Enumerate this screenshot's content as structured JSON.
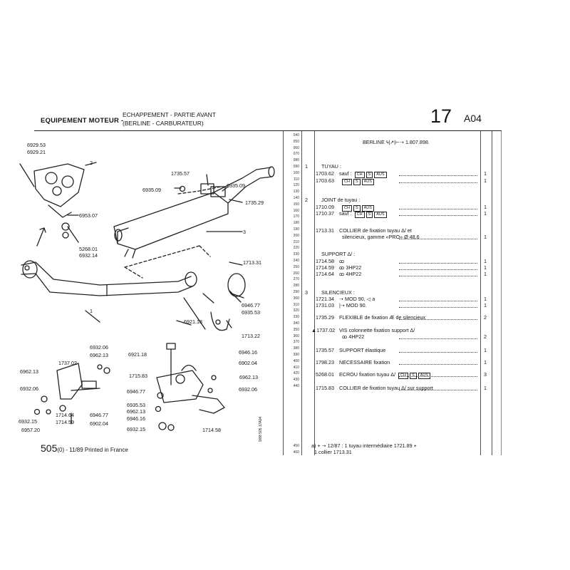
{
  "header": {
    "section": "EQUIPEMENT MOTEUR -",
    "subtitle_1": "ECHAPPEMENT - PARTIE AVANT",
    "subtitle_2": "(BERLINE - CARBURATEUR)",
    "page_number": "17",
    "page_code": "A04"
  },
  "footer": {
    "model": "505",
    "edition": "(0) - 11/89 Printed in France",
    "side_stamp": "9/88 505 17A04"
  },
  "ref_numbers": [
    "040",
    "050",
    "060",
    "070",
    "080",
    "090",
    "100",
    "110",
    "120",
    "130",
    "140",
    "150",
    "160",
    "170",
    "180",
    "190",
    "200",
    "210",
    "220",
    "230",
    "240",
    "250",
    "260",
    "270",
    "280",
    "290",
    "300",
    "310",
    "320",
    "330",
    "340",
    "350",
    "360",
    "370",
    "380",
    "390",
    "400",
    "410",
    "420",
    "430",
    "440"
  ],
  "ref_numbers_bottom": [
    "450",
    "460"
  ],
  "catalog": {
    "berline_line": "BERLINE",
    "berline_serial": "1.807.898.",
    "rows": [
      {
        "item": "1",
        "ref": "",
        "desc": "TUYAU :",
        "qty": ""
      },
      {
        "item": "",
        "ref": "1703.62",
        "desc": "sauf :",
        "tags": [
          "CH",
          "S",
          "AUS"
        ],
        "qty": "1"
      },
      {
        "item": "",
        "ref": "1703.63",
        "desc": "",
        "tags": [
          "CH",
          "S",
          "AUS"
        ],
        "qty": "1"
      },
      {
        "item": "2",
        "ref": "",
        "desc": "JOINT de tuyau :",
        "qty": ""
      },
      {
        "item": "",
        "ref": "1710.09",
        "desc": "",
        "tags": [
          "CH",
          "S",
          "AUS"
        ],
        "qty": "1"
      },
      {
        "item": "",
        "ref": "1710.37",
        "desc": "sauf :",
        "tags": [
          "CH",
          "S",
          "AUS"
        ],
        "qty": "1"
      },
      {
        "item": "",
        "ref": "1713.31",
        "desc": "COLLIER de fixation tuyau  Δ/  et",
        "desc2": "silencieux, gamme «PRO» Ø 48,6",
        "qty": "1"
      },
      {
        "item": "",
        "ref": "",
        "desc": "SUPPORT  Δ/ :",
        "qty": ""
      },
      {
        "item": "",
        "ref": "1714.58",
        "desc": "ꝏ",
        "qty": "1"
      },
      {
        "item": "",
        "ref": "1714.59",
        "desc": "ꝏ  3HP22",
        "qty": "1"
      },
      {
        "item": "",
        "ref": "1714.64",
        "desc": "ꝏ  4HP22",
        "qty": "1"
      },
      {
        "item": "3",
        "ref": "",
        "desc": "SILENCIEUX :",
        "qty": ""
      },
      {
        "item": "",
        "ref": "1721.34",
        "desc": "➝ MOD 90,  ◁ a",
        "qty": "1"
      },
      {
        "item": "",
        "ref": "1731.03",
        "desc": "|➝ MOD 90.",
        "qty": "1"
      },
      {
        "item": "",
        "ref": "1735.29",
        "desc": "FLEXIBLE de fixation  Æ  de silencieux",
        "qty": "2"
      },
      {
        "item": "",
        "ref": "▲1737.02",
        "desc": "VIS colonnette fixation support  Δ/",
        "desc2": "ꝏ  4HP22",
        "qty": "2"
      },
      {
        "item": "",
        "ref": "1735.57",
        "desc": "SUPPORT élastique",
        "qty": "1"
      },
      {
        "item": "",
        "ref": "1798.23",
        "desc": "NECESSAIRE fixation",
        "qty": "1"
      },
      {
        "item": "",
        "ref": "5268.01",
        "desc": "ECROU fixation tuyau  Δ/",
        "tags": [
          "CH",
          "S",
          "AUS"
        ],
        "qty": "3"
      },
      {
        "item": "",
        "ref": "1715.83",
        "desc": "COLLIER de fixation tuyau  Δ/  sur support",
        "qty": "1"
      }
    ],
    "note_line_1": "a)  +  ➝  12/87 : 1 tuyau intermédiaire 1721.89 +",
    "note_line_2": "1 collier 1713.31"
  },
  "callouts": [
    "6929.53",
    "6929.21",
    "2",
    "1735.57",
    "6935.09",
    "6935.09",
    "1735.29",
    "6953.07",
    "5268.01",
    "6932.14",
    "3",
    "1713.31",
    "1",
    "6946.77",
    "6935.53",
    "6921.18",
    "1713.22",
    "6932.06",
    "6962.13",
    "6921.18",
    "6946.16",
    "1737.02",
    "6902.04",
    "6962.13",
    "1715.83",
    "6962.13",
    "6932.06",
    "6946.77",
    "6932.06",
    "6935.53",
    "6962.13",
    "1714.64",
    "6946.77",
    "6932.15",
    "1714.59",
    "6902.04",
    "6946.16",
    "6957.20",
    "6932.15",
    "1714.58"
  ]
}
